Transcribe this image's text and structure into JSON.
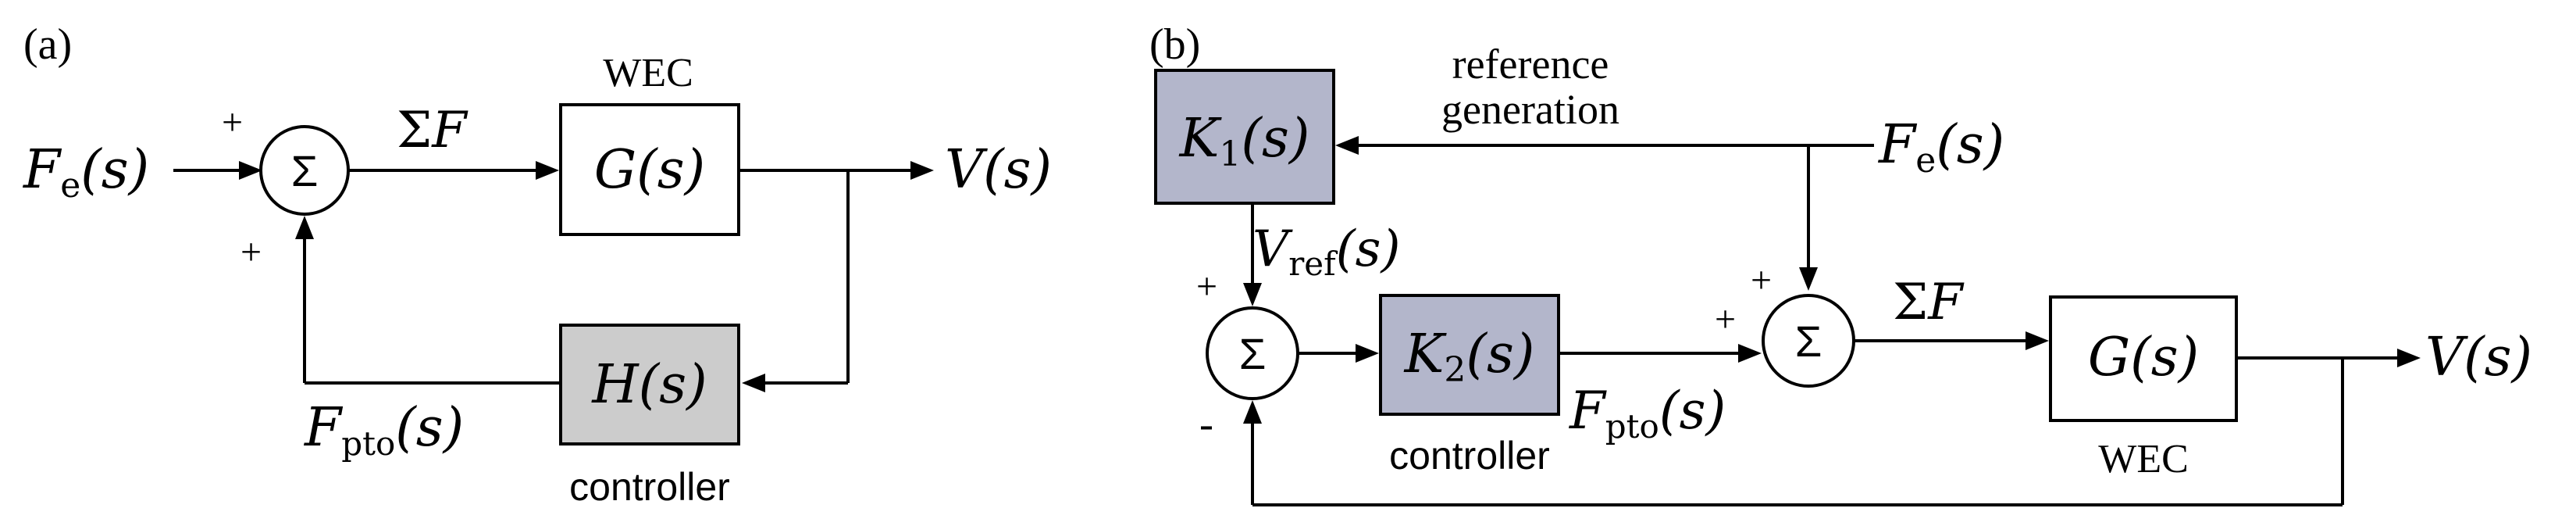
{
  "panel_a": {
    "tag": "(a)",
    "input": {
      "F": "F",
      "sub": "e",
      "arg": "(s)"
    },
    "sum_symbol": "Σ",
    "plus_top": "+",
    "plus_bottom": "+",
    "sum_force": {
      "sigma": "Σ",
      "F": "F"
    },
    "plant_title": "WEC",
    "plant": {
      "G": "G",
      "arg": "(s)"
    },
    "output": {
      "V": "V",
      "arg": "(s)"
    },
    "controller_block": {
      "H": "H",
      "arg": "(s)"
    },
    "controller_label": "controller",
    "feedback": {
      "F": "F",
      "sub": "pto",
      "arg": "(s)"
    }
  },
  "panel_b": {
    "tag": "(b)",
    "ref_gen_line1": "reference",
    "ref_gen_line2": "generation",
    "k1": {
      "K": "K",
      "sub": "1",
      "arg": "(s)"
    },
    "input": {
      "F": "F",
      "sub": "e",
      "arg": "(s)"
    },
    "vref": {
      "V": "V",
      "sub": "ref",
      "arg": "(s)"
    },
    "sum1_symbol": "Σ",
    "sum1_plus": "+",
    "sum1_minus": "-",
    "k2": {
      "K": "K",
      "sub": "2",
      "arg": "(s)"
    },
    "controller_label": "controller",
    "fpto": {
      "F": "F",
      "sub": "pto",
      "arg": "(s)"
    },
    "sum2_symbol": "Σ",
    "sum2_plus_top": "+",
    "sum2_plus_left": "+",
    "sum_force": {
      "sigma": "Σ",
      "F": "F"
    },
    "plant": {
      "G": "G",
      "arg": "(s)"
    },
    "plant_label": "WEC",
    "output": {
      "V": "V",
      "arg": "(s)"
    }
  },
  "colors": {
    "controller_gray": "#cccccc",
    "controller_blue": "#b3b6cb",
    "line": "#000000"
  }
}
